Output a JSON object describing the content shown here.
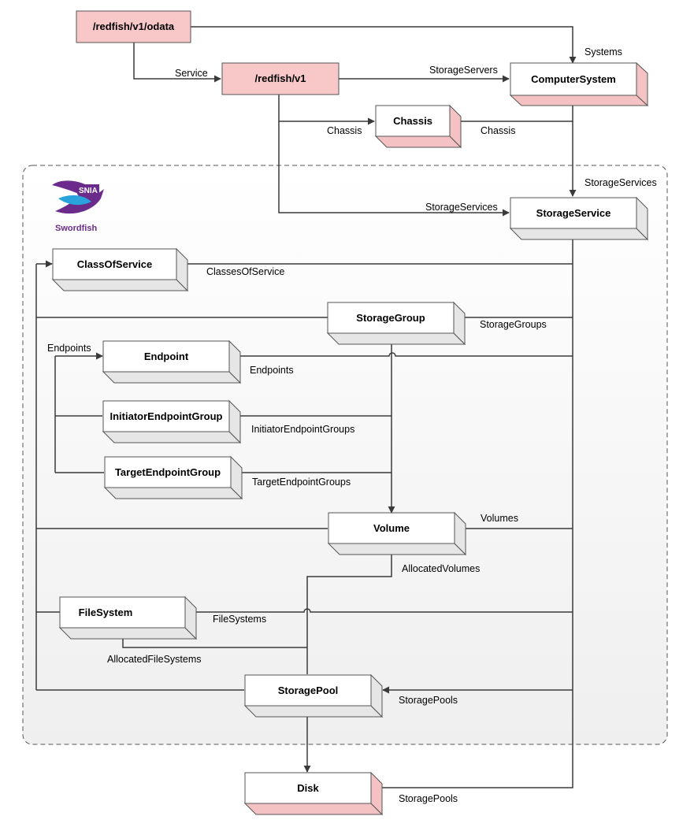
{
  "nodes": {
    "odata": "/redfish/v1/odata",
    "v1": "/redfish/v1",
    "computer_system": "ComputerSystem",
    "chassis": "Chassis",
    "storage_service": "StorageService",
    "class_of_service": "ClassOfService",
    "storage_group": "StorageGroup",
    "endpoint": "Endpoint",
    "initiator_endpoint_group": "InitiatorEndpointGroup",
    "target_endpoint_group": "TargetEndpointGroup",
    "volume": "Volume",
    "file_system": "FileSystem",
    "storage_pool": "StoragePool",
    "disk": "Disk"
  },
  "edges": {
    "systems": "Systems",
    "service": "Service",
    "storage_servers": "StorageServers",
    "chassis_left": "Chassis",
    "chassis_right": "Chassis",
    "storage_services_top": "StorageServices",
    "storage_services_mid": "StorageServices",
    "classes_of_service": "ClassesOfService",
    "storage_groups": "StorageGroups",
    "endpoints_left": "Endpoints",
    "endpoints_right": "Endpoints",
    "initiator_endpoint_groups": "InitiatorEndpointGroups",
    "target_endpoint_groups": "TargetEndpointGroups",
    "volumes": "Volumes",
    "allocated_volumes": "AllocatedVolumes",
    "file_systems": "FileSystems",
    "allocated_file_systems": "AllocatedFileSystems",
    "storage_pools_mid": "StoragePools",
    "storage_pools_bottom": "StoragePools"
  },
  "logo": {
    "brand": "SNIA",
    "product": "Swordfish"
  },
  "colors": {
    "root_fill": "#f8c8c8",
    "box_fill": "#ffffff",
    "side_plain": "#e6e6e6",
    "side_pink": "#f4c2c2",
    "line": "#3a3a3a",
    "region_border": "#555555",
    "logo_purple": "#6a2b8a",
    "logo_blue": "#2aa3dc"
  }
}
